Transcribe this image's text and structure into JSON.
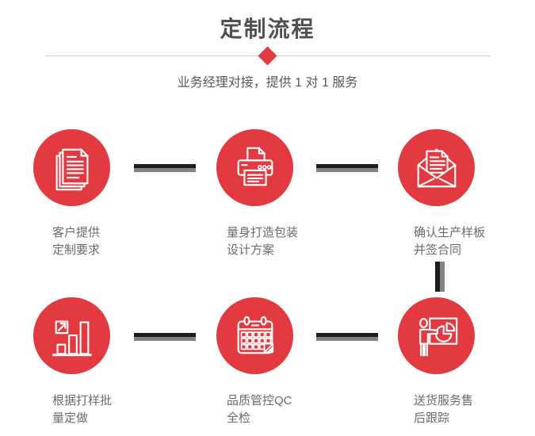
{
  "section": {
    "title": "定制流程",
    "subtitle": "业务经理对接，提供 1 对 1 服务"
  },
  "colors": {
    "accent_red": "#e23a40",
    "title_gray": "#515151",
    "label_gray": "#6b6b6b",
    "connector_dark": "#1c1c1c",
    "connector_gray": "#818181",
    "divider_gray": "#cccccc"
  },
  "steps": [
    {
      "icon": "documents-icon",
      "label_line1": "客户提供",
      "label_line2": "定制要求"
    },
    {
      "icon": "printer-icon",
      "label_line1": "量身打造包装",
      "label_line2": "设计方案"
    },
    {
      "icon": "envelope-icon",
      "label_line1": "确认生产样板",
      "label_line2": "并签合同"
    },
    {
      "icon": "bar-chart-icon",
      "label_line1": "根据打样批",
      "label_line2": "量定做"
    },
    {
      "icon": "calendar-icon",
      "label_line1": "品质管控QC",
      "label_line2": "全检"
    },
    {
      "icon": "presenter-icon",
      "label_line1": "送货服务售",
      "label_line2": "后跟踪"
    }
  ]
}
